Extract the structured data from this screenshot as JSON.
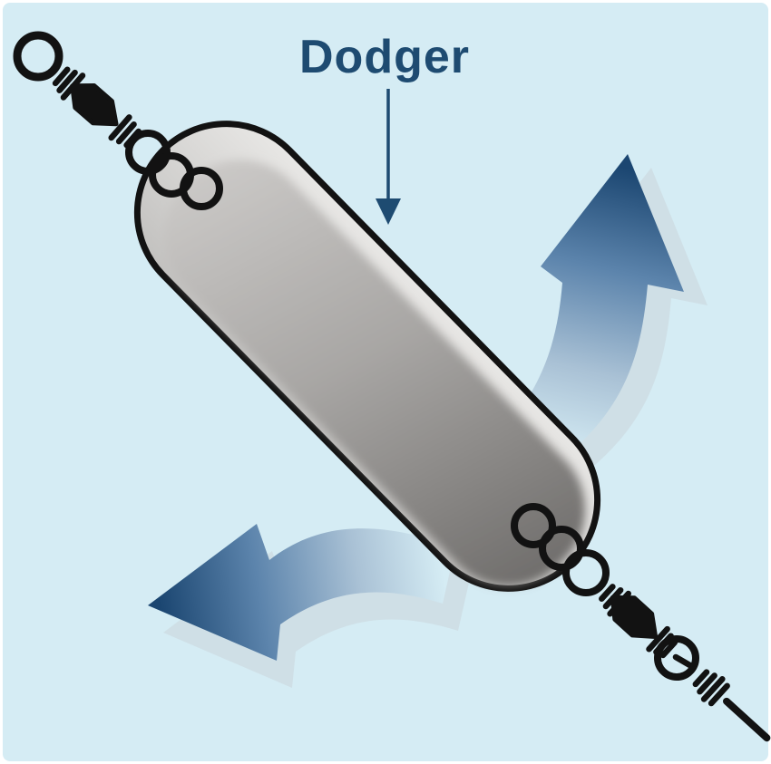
{
  "diagram": {
    "label": "Dodger",
    "parts": {
      "body": "dodger-blade",
      "top_hardware": "barrel-swivel-chain",
      "bottom_hardware": "barrel-swivel-snap-chain",
      "motion_arrows": "sway-direction-arrows",
      "pointer": "label-pointer-arrow"
    }
  },
  "colors": {
    "background": "#d5ecf4",
    "frame": "#ffffff",
    "label": "#1e4b71",
    "arrow_dark": "#1b4671",
    "arrow_mid": "#5c84ac",
    "arrow_light": "#a9c1d5",
    "arrow_fade": "#d5ecf4",
    "arrow_shadow": "#cfdfe6",
    "hardware": "#121212",
    "body_outline": "#121212",
    "body_edge_light": "#e8e7e5",
    "body_edge_dark": "#c2c1bf",
    "body_face_light": "#cac8c6",
    "body_face_mid": "#a8a6a4",
    "body_face_dark": "#6e6c6a"
  }
}
